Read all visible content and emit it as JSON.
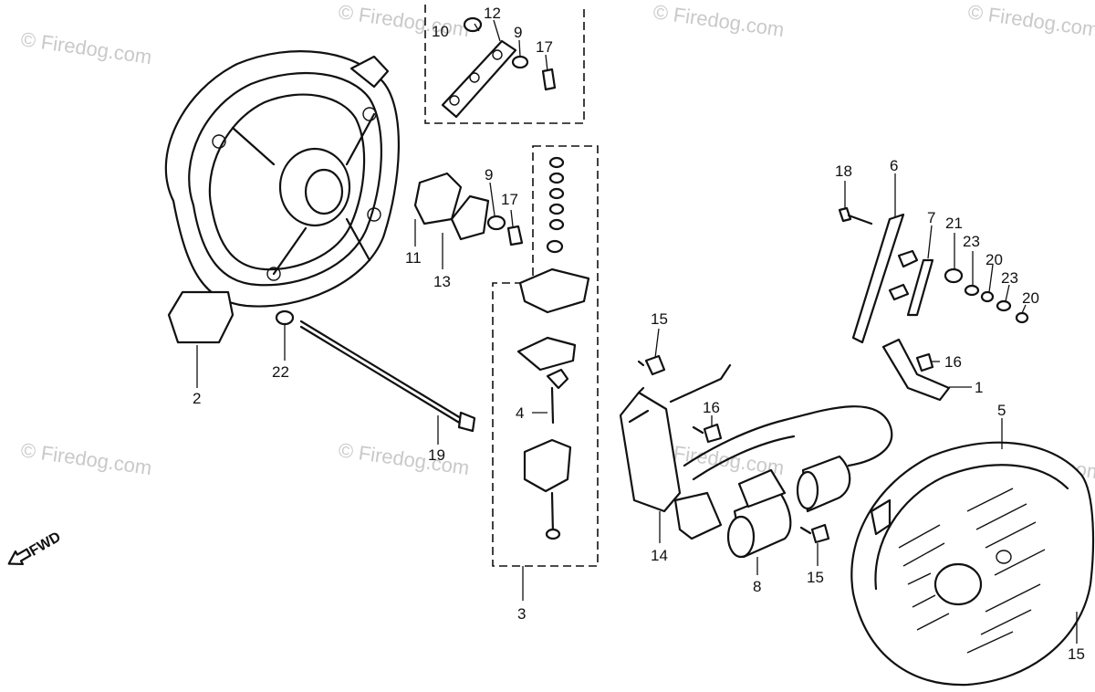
{
  "watermark": {
    "text": "© Firedog.com"
  },
  "fwd_label": "FWD",
  "callouts": {
    "c1": "1",
    "c2": "2",
    "c3": "3",
    "c4": "4",
    "c5": "5",
    "c6": "6",
    "c7": "7",
    "c8": "8",
    "c9a": "9",
    "c9b": "9",
    "c10": "10",
    "c11": "11",
    "c12": "12",
    "c13": "13",
    "c14": "14",
    "c15a": "15",
    "c15b": "15",
    "c15c": "15",
    "c16a": "16",
    "c16b": "16",
    "c17a": "17",
    "c17b": "17",
    "c18": "18",
    "c19": "19",
    "c20a": "20",
    "c20b": "20",
    "c21": "21",
    "c22": "22",
    "c23a": "23",
    "c23b": "23"
  },
  "colors": {
    "ink": "#111111",
    "watermark": "#c9c9c9",
    "background": "#ffffff"
  }
}
